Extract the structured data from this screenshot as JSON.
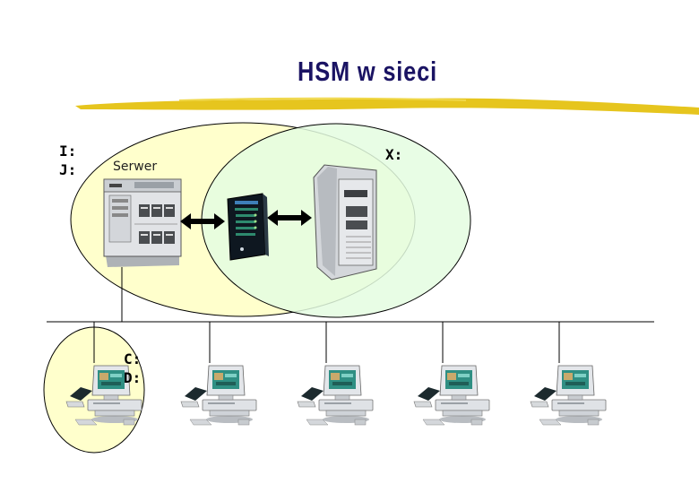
{
  "title": "HSM w sieci",
  "server_label": "Serwer",
  "server_drives": [
    "I:",
    "J:"
  ],
  "storage_drive": "X:",
  "client_drives": [
    "C:",
    "D:"
  ],
  "colors": {
    "title": "#1a1363",
    "highlight": "#e6c51e",
    "left_zone": "#ffffcc",
    "right_zone": "#e4fde0",
    "client_zone": "#ffffcc"
  },
  "icons": [
    "server-icon",
    "hsm-device-icon",
    "tower-storage-icon",
    "workstation-icon",
    "double-arrow-icon"
  ]
}
